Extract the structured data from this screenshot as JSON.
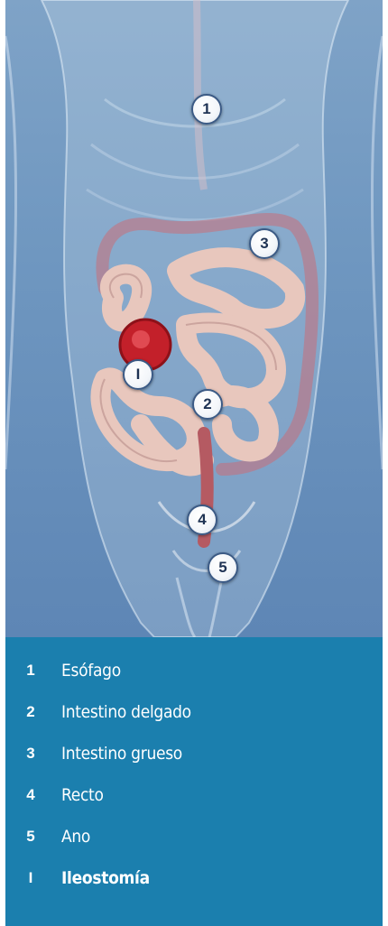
{
  "markers": [
    {
      "id": "esofago",
      "text": "1"
    },
    {
      "id": "intestino-grueso",
      "text": "3"
    },
    {
      "id": "ileostomia",
      "text": "I"
    },
    {
      "id": "intestino-delgado",
      "text": "2"
    },
    {
      "id": "recto",
      "text": "4"
    },
    {
      "id": "ano",
      "text": "5"
    }
  ],
  "legend": [
    {
      "number": "1",
      "label": "Esófago"
    },
    {
      "number": "2",
      "label": "Intestino delgado"
    },
    {
      "number": "3",
      "label": "Intestino grueso"
    },
    {
      "number": "4",
      "label": "Recto"
    },
    {
      "number": "5",
      "label": "Ano"
    },
    {
      "number": "I",
      "label": "Ileostomía"
    }
  ],
  "colors": {
    "background": "#6f97c0",
    "legend_background": "#1b7fae",
    "intestine": "#e8c7bd",
    "stoma": "#c3202a"
  }
}
